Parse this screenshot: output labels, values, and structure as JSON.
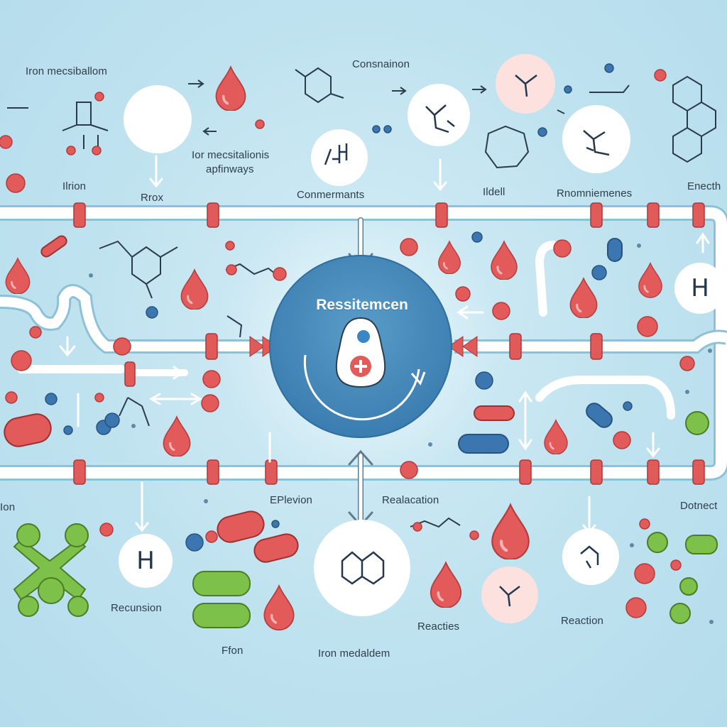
{
  "labels": {
    "iron_metabolism_top": "Iron mecsiballom",
    "conspaninon": "Consnainon",
    "ior_metastalionis": "Ior mecsitalionis",
    "apfinways": "apfinways",
    "ilrion": "Ilrion",
    "rrox": "Rrox",
    "conmermants": "Conmermants",
    "ildell": "Ildell",
    "rnomniemenes": "Rnomniemenes",
    "enecth": "Enecth",
    "ion": "Ion",
    "eplevion": "EPlevion",
    "realacation": "Realacation",
    "dotnect": "Dotnect",
    "recunsion": "Recunsion",
    "reacties": "Reacties",
    "reaction": "Reaction",
    "ffon": "Ffon",
    "iron_medaldem": "Iron medaldem"
  },
  "center": {
    "title": "Ressitemcen"
  },
  "badges": {
    "h_symbol": "H"
  },
  "colors": {
    "background": "#bfe2ef",
    "pipe_fill": "#ffffff",
    "pipe_outline": "#8cc1d8",
    "valve_red": "#e05a5a",
    "droplet_red": "#e25a5a",
    "center_blue": "#3f86b5",
    "molecule_green": "#7ec14a",
    "molecule_blue": "#3b76b0"
  }
}
